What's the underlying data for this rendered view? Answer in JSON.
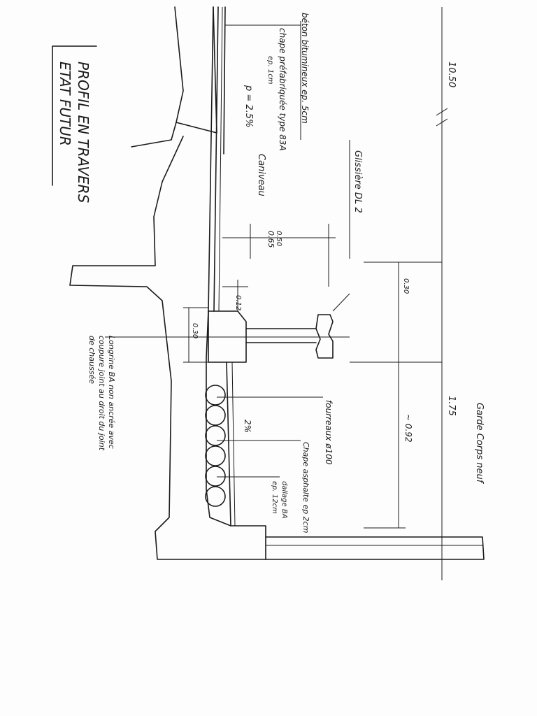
{
  "title": {
    "line1": "PROFIL EN TRAVERS",
    "line2": "ETAT FUTUR"
  },
  "labels": {
    "beton": "béton bitumineux ep. 5cm",
    "chape1": "chape préfabriquée type 83A",
    "chape2": "ep. 1cm",
    "slope_top": "p = 2.5%",
    "caniveau": "Caniveau",
    "glissiere": "Glissière DL 2",
    "dim_1050": "10.50",
    "dim_065": "0.65",
    "dim_050": "0.50",
    "dim_012": "0.12",
    "dim_030a": "0.30",
    "dim_030b": "0.30",
    "dim_175": "1.75",
    "dim_092": "~ 0.92",
    "pct_2": "2%",
    "fourreaux": "fourreaux ø100",
    "chape_asphalte": "Chape asphalte ep 2cm",
    "dalle1": "dallage BA",
    "dalle2": "ep. 12cm",
    "garde_corps": "Garde Corps neuf",
    "longrine1": "Longrine BA non ancrée avec",
    "longrine2": "coupure joint au droit du joint",
    "longrine3": "de chaussée"
  }
}
